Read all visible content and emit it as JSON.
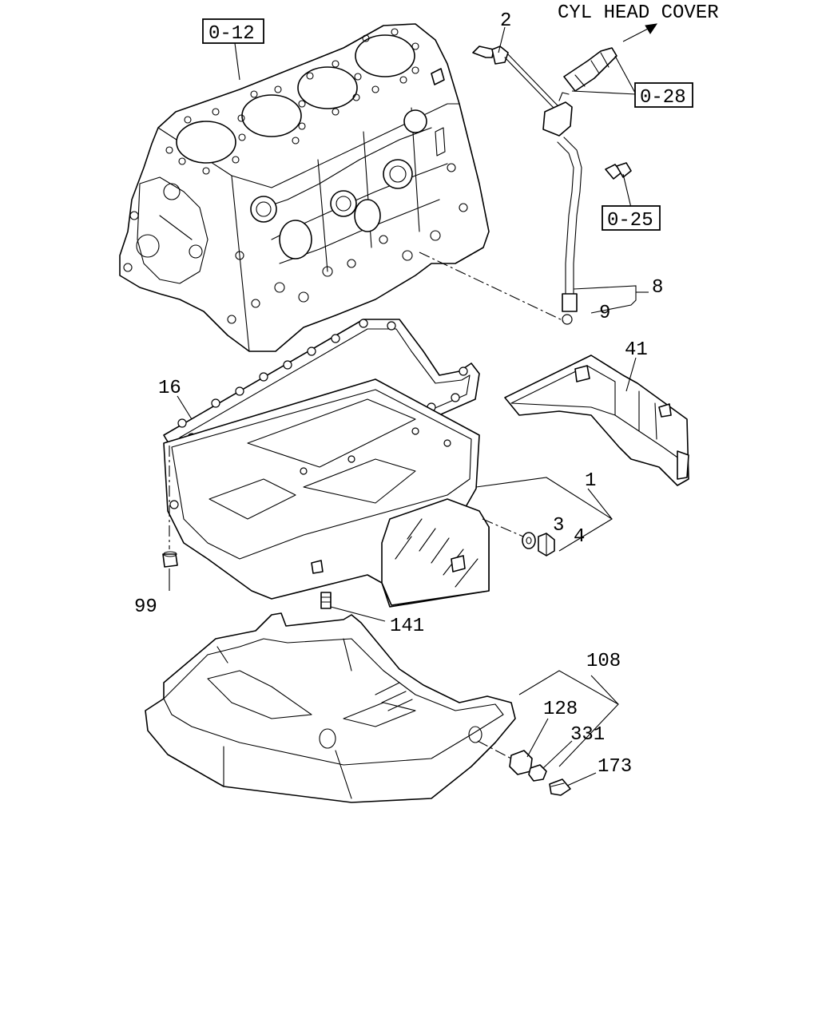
{
  "header": {
    "note": "CYL HEAD COVER"
  },
  "ref_boxes": [
    {
      "id": "0-12",
      "label": "0-12"
    },
    {
      "id": "0-28",
      "label": "0-28"
    },
    {
      "id": "0-25",
      "label": "0-25"
    }
  ],
  "callouts": [
    {
      "id": "2",
      "label": "2"
    },
    {
      "id": "8",
      "label": "8"
    },
    {
      "id": "9",
      "label": "9"
    },
    {
      "id": "41",
      "label": "41"
    },
    {
      "id": "16",
      "label": "16"
    },
    {
      "id": "1",
      "label": "1"
    },
    {
      "id": "3",
      "label": "3"
    },
    {
      "id": "4",
      "label": "4"
    },
    {
      "id": "99",
      "label": "99"
    },
    {
      "id": "141",
      "label": "141"
    },
    {
      "id": "108",
      "label": "108"
    },
    {
      "id": "128",
      "label": "128"
    },
    {
      "id": "331",
      "label": "331"
    },
    {
      "id": "173",
      "label": "173"
    }
  ]
}
